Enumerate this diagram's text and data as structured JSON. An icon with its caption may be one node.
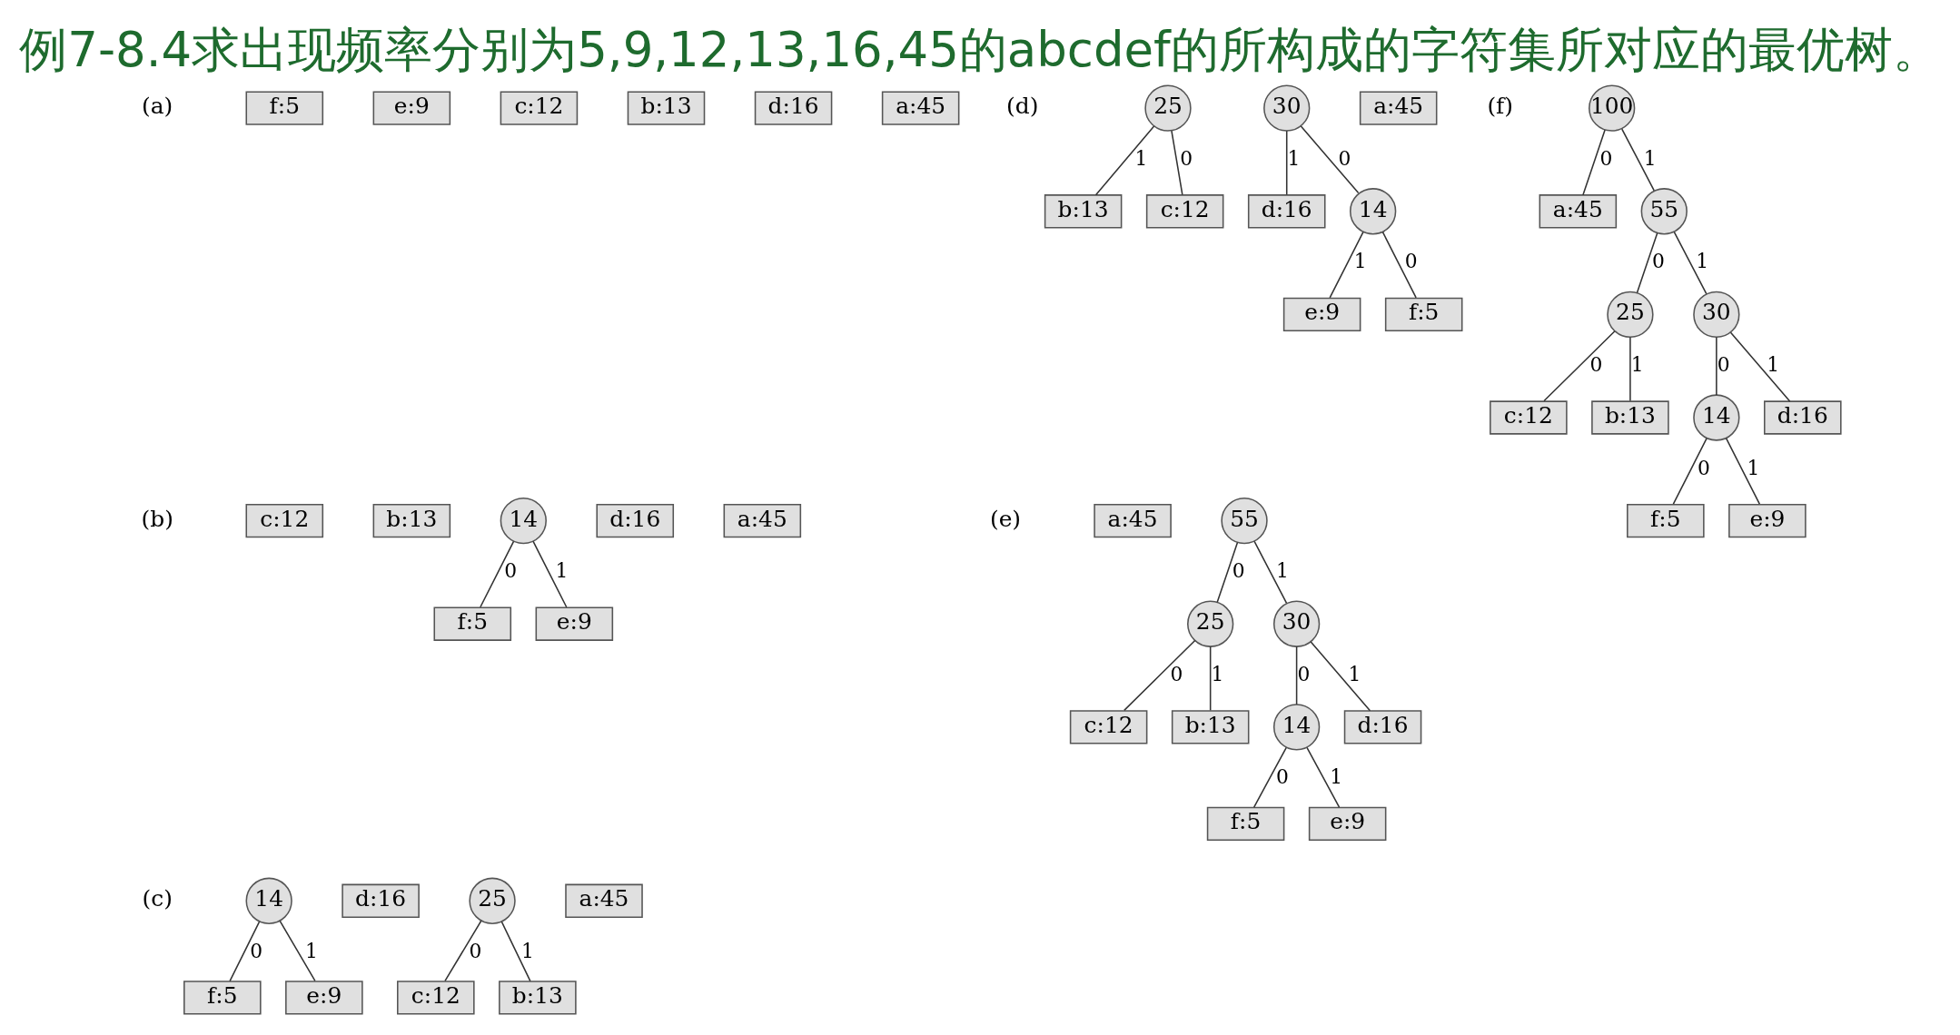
{
  "diagram": {
    "title": "例7-8.4求出现频率分别为5,9,12,13,16,45的abcdef的所构成的字符集所对应的最优树。",
    "nodes": [
      {
        "text": [
          "f:5"
        ]
      },
      {
        "text": [
          "e:9"
        ]
      },
      {
        "text": [
          "c:12"
        ]
      },
      {
        "text": [
          "b:13"
        ]
      },
      {
        "text": [
          "d:16"
        ]
      },
      {
        "text": [
          "a:45"
        ]
      },
      {
        "text": [
          "c:12"
        ]
      },
      {
        "text": [
          "b:13"
        ]
      },
      {
        "text": [
          "14"
        ]
      },
      {
        "text": [
          "f:5"
        ]
      },
      {
        "text": [
          "e:9"
        ]
      },
      {
        "text": [
          "d:16"
        ]
      },
      {
        "text": [
          "a:45"
        ]
      },
      {
        "text": [
          "14"
        ]
      },
      {
        "text": [
          "f:5"
        ]
      },
      {
        "text": [
          "e:9"
        ]
      },
      {
        "text": [
          "d:16"
        ]
      },
      {
        "text": [
          "25"
        ]
      },
      {
        "text": [
          "c:12"
        ]
      },
      {
        "text": [
          "b:13"
        ]
      },
      {
        "text": [
          "a:45"
        ]
      },
      {
        "text": [
          "25"
        ]
      },
      {
        "text": [
          "c:12"
        ]
      },
      {
        "text": [
          "b:13"
        ]
      },
      {
        "text": [
          "30"
        ]
      },
      {
        "text": [
          "14"
        ]
      },
      {
        "text": [
          "d:16"
        ]
      },
      {
        "text": [
          "f:5"
        ]
      },
      {
        "text": [
          "e:9"
        ]
      },
      {
        "text": [
          "a:45"
        ]
      },
      {
        "text": [
          "a:45"
        ]
      },
      {
        "text": [
          "55"
        ]
      },
      {
        "text": [
          "25"
        ]
      },
      {
        "text": [
          "30"
        ]
      },
      {
        "text": [
          "c:12"
        ]
      },
      {
        "text": [
          "b:13"
        ]
      },
      {
        "text": [
          "14"
        ]
      },
      {
        "text": [
          "d:16"
        ]
      },
      {
        "text": [
          "f:5"
        ]
      },
      {
        "text": [
          "e:9"
        ]
      },
      {
        "text": [
          "100"
        ]
      },
      {
        "text": [
          "a:45"
        ]
      },
      {
        "text": [
          "55"
        ]
      },
      {
        "text": [
          "25"
        ]
      },
      {
        "text": [
          "30"
        ]
      },
      {
        "text": [
          "c:12"
        ]
      },
      {
        "text": [
          "b:13"
        ]
      },
      {
        "text": [
          "14"
        ]
      },
      {
        "text": [
          "d:16"
        ]
      },
      {
        "text": [
          "f:5"
        ]
      },
      {
        "text": [
          "e:9"
        ]
      }
    ],
    "edges": [
      {
        "from": 8,
        "to": 9,
        "arrow": "none",
        "label": "0"
      },
      {
        "from": 8,
        "to": 10,
        "arrow": "none",
        "label": "1"
      },
      {
        "from": 13,
        "to": 14,
        "arrow": "none",
        "label": "0"
      },
      {
        "from": 13,
        "to": 15,
        "arrow": "none",
        "label": "1"
      },
      {
        "from": 17,
        "to": 18,
        "arrow": "none",
        "label": "0"
      },
      {
        "from": 17,
        "to": 19,
        "arrow": "none",
        "label": "1"
      },
      {
        "from": 21,
        "to": 22,
        "arrow": "none",
        "label": "0"
      },
      {
        "from": 21,
        "to": 23,
        "arrow": "none",
        "label": "1"
      },
      {
        "from": 24,
        "to": 25,
        "arrow": "none",
        "label": "0"
      },
      {
        "from": 24,
        "to": 26,
        "arrow": "none",
        "label": "1"
      },
      {
        "from": 25,
        "to": 27,
        "arrow": "none",
        "label": "0"
      },
      {
        "from": 25,
        "to": 28,
        "arrow": "none",
        "label": "1"
      },
      {
        "from": 31,
        "to": 32,
        "arrow": "none",
        "label": "0"
      },
      {
        "from": 31,
        "to": 33,
        "arrow": "none",
        "label": "1"
      },
      {
        "from": 32,
        "to": 34,
        "arrow": "none",
        "label": "0"
      },
      {
        "from": 32,
        "to": 35,
        "arrow": "none",
        "label": "1"
      },
      {
        "from": 33,
        "to": 36,
        "arrow": "none",
        "label": "0"
      },
      {
        "from": 33,
        "to": 37,
        "arrow": "none",
        "label": "1"
      },
      {
        "from": 36,
        "to": 38,
        "arrow": "none",
        "label": "0"
      },
      {
        "from": 36,
        "to": 39,
        "arrow": "none",
        "label": "1"
      },
      {
        "from": 40,
        "to": 41,
        "arrow": "none",
        "label": "0"
      },
      {
        "from": 40,
        "to": 42,
        "arrow": "none",
        "label": "1"
      },
      {
        "from": 42,
        "to": 43,
        "arrow": "none",
        "label": "0"
      },
      {
        "from": 42,
        "to": 44,
        "arrow": "none",
        "label": "1"
      },
      {
        "from": 43,
        "to": 45,
        "arrow": "none",
        "label": "0"
      },
      {
        "from": 43,
        "to": 46,
        "arrow": "none",
        "label": "1"
      },
      {
        "from": 44,
        "to": 47,
        "arrow": "none",
        "label": "0"
      },
      {
        "from": 44,
        "to": 48,
        "arrow": "none",
        "label": "1"
      },
      {
        "from": 47,
        "to": 49,
        "arrow": "none",
        "label": "0"
      },
      {
        "from": 47,
        "to": 50,
        "arrow": "none",
        "label": "1"
      }
    ],
    "labels": [
      "(a)",
      "(b)",
      "(c)",
      "(d)",
      "(e)",
      "(f)"
    ]
  }
}
